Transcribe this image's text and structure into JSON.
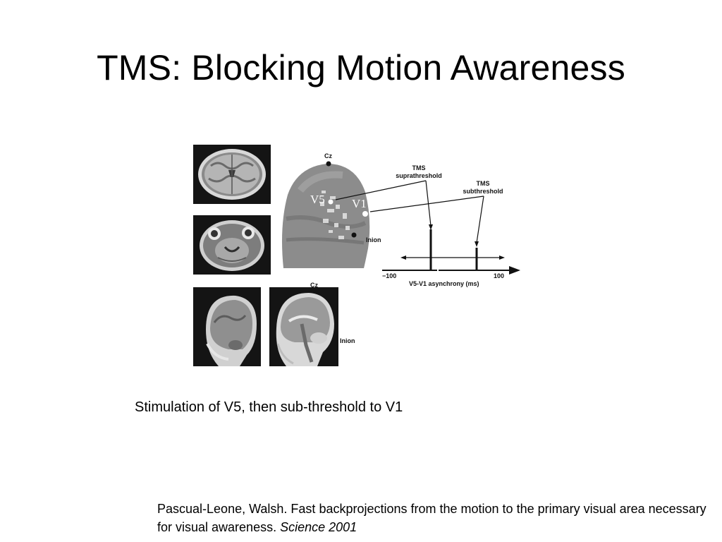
{
  "slide": {
    "title": "TMS: Blocking Motion Awareness",
    "caption": "Stimulation of V5, then sub-threshold to V1",
    "citation": {
      "text": "Pascual-Leone, Walsh. Fast backprojections from the motion to the primary visual area necessary for visual awareness.",
      "journal": "Science 2001"
    }
  },
  "figure": {
    "labels": {
      "cz_head": "Cz",
      "cz_sagittal": "Cz",
      "v5": "V5",
      "v1": "V1",
      "inion_head": "Inion",
      "inion_sagittal": "Inion",
      "tms_supra_line1": "TMS",
      "tms_supra_line2": "suprathreshold",
      "tms_sub_line1": "TMS",
      "tms_sub_line2": "subthreshold",
      "axis_min": "−100",
      "axis_max": "100",
      "axis_title": "V5-V1 asynchrony (ms)"
    }
  }
}
